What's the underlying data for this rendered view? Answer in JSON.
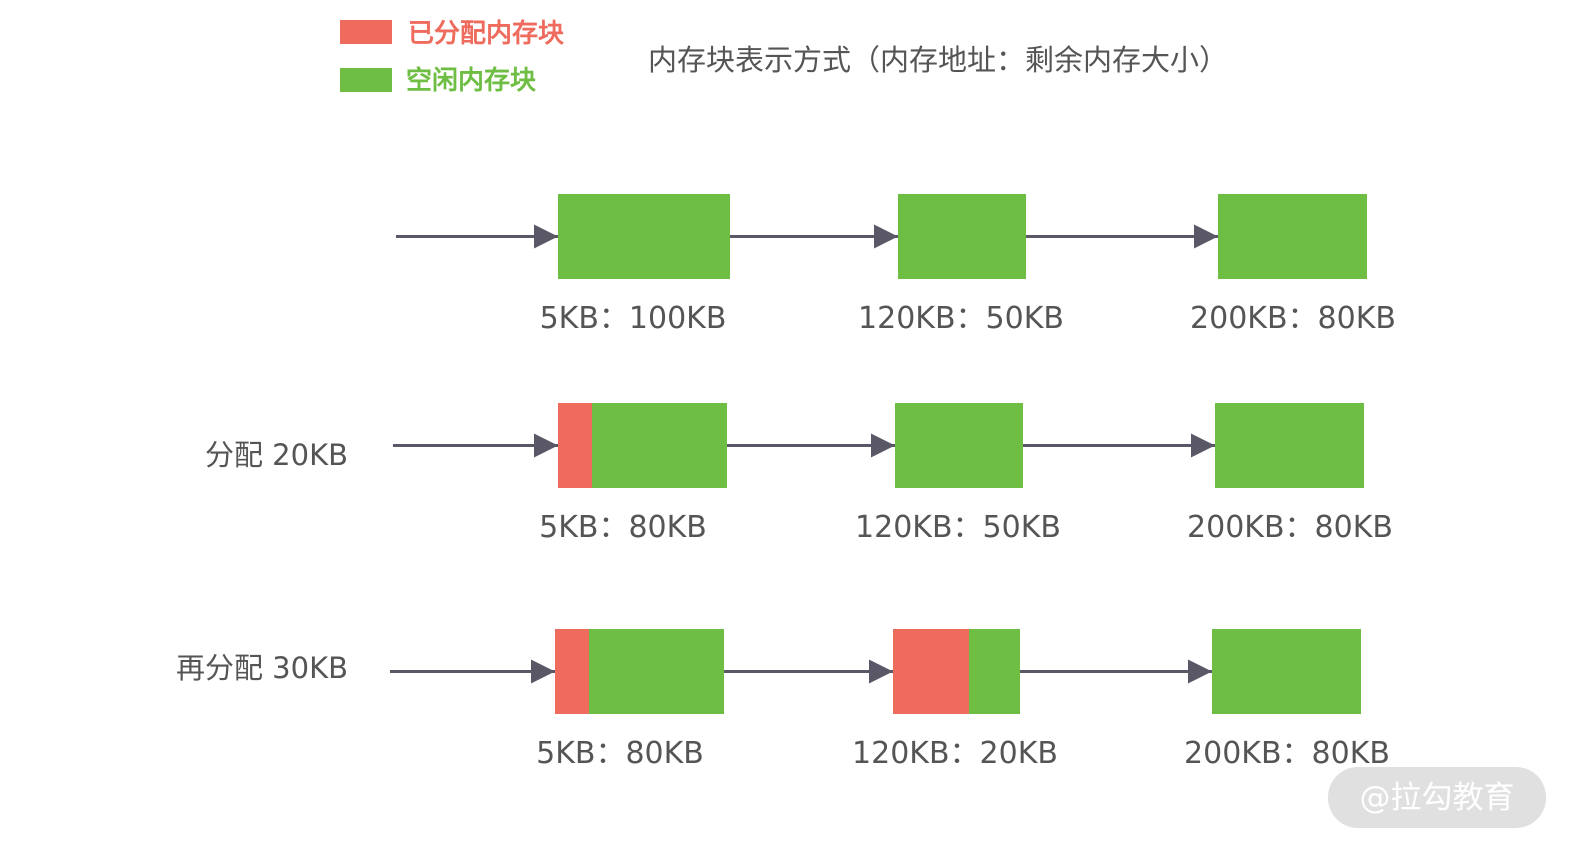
{
  "legend": {
    "allocated_label": "已分配内存块",
    "free_label": "空闲内存块",
    "allocated_color": "#ee6b5d",
    "free_color": "#6fbe44"
  },
  "title": "内存块表示方式（内存地址：剩余内存大小）",
  "arrow_color": "#5a5867",
  "rows": [
    {
      "label": "",
      "blocks": [
        {
          "label": "5KB：100KB",
          "allocated_fraction": 0
        },
        {
          "label": "120KB：50KB",
          "allocated_fraction": 0
        },
        {
          "label": "200KB：80KB",
          "allocated_fraction": 0
        }
      ]
    },
    {
      "label": "分配 20KB",
      "blocks": [
        {
          "label": "5KB：80KB",
          "allocated_fraction": 0.2
        },
        {
          "label": "120KB：50KB",
          "allocated_fraction": 0
        },
        {
          "label": "200KB：80KB",
          "allocated_fraction": 0
        }
      ]
    },
    {
      "label": "再分配 30KB",
      "blocks": [
        {
          "label": "5KB：80KB",
          "allocated_fraction": 0.2
        },
        {
          "label": "120KB：20KB",
          "allocated_fraction": 0.6
        },
        {
          "label": "200KB：80KB",
          "allocated_fraction": 0
        }
      ]
    }
  ],
  "watermark": "@拉勾教育"
}
